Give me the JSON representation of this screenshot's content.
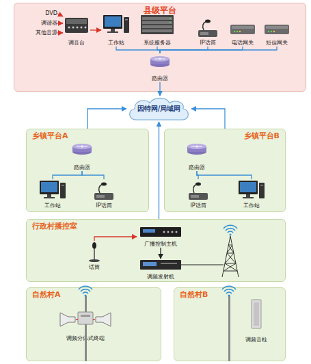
{
  "diagram": {
    "nodes": [
      {
        "text": [
          "县级平台"
        ]
      },
      {
        "text": [
          "DVD"
        ],
        "in": 0
      },
      {
        "text": [
          "调谐器"
        ],
        "in": 0
      },
      {
        "text": [
          "其他音源"
        ],
        "in": 0
      },
      {
        "text": [
          "调音台"
        ],
        "in": 0
      },
      {
        "text": [
          "工作站"
        ],
        "in": 0
      },
      {
        "text": [
          "系统服务器"
        ],
        "in": 0
      },
      {
        "text": [
          "IP话筒"
        ],
        "in": 0
      },
      {
        "text": [
          "电话网关"
        ],
        "in": 0
      },
      {
        "text": [
          "短信网关"
        ],
        "in": 0
      },
      {
        "text": [
          "路由器"
        ],
        "in": 0
      },
      {
        "text": [
          "因特网/局域网"
        ]
      },
      {
        "text": [
          "乡镇平台A"
        ]
      },
      {
        "text": [
          "路由器"
        ],
        "in": 12
      },
      {
        "text": [
          "工作站"
        ],
        "in": 12
      },
      {
        "text": [
          "IP话筒"
        ],
        "in": 12
      },
      {
        "text": [
          "乡镇平台B"
        ]
      },
      {
        "text": [
          "路由器"
        ],
        "in": 16
      },
      {
        "text": [
          "IP话筒"
        ],
        "in": 16
      },
      {
        "text": [
          "工作站"
        ],
        "in": 16
      },
      {
        "text": [
          "行政村播控室"
        ]
      },
      {
        "text": [
          "广播控制主机"
        ],
        "in": 20
      },
      {
        "text": [
          "话筒"
        ],
        "in": 20
      },
      {
        "text": [
          "调频发射机"
        ],
        "in": 20
      },
      {
        "text": [
          "自然村A"
        ]
      },
      {
        "text": [
          "调频分体式终端"
        ],
        "in": 24
      },
      {
        "text": [
          "自然村B"
        ]
      },
      {
        "text": [
          "调频音柱"
        ],
        "in": 26
      }
    ],
    "edges": [
      {
        "from": 1,
        "to": 4,
        "arrow": "to"
      },
      {
        "from": 2,
        "to": 4,
        "arrow": "to"
      },
      {
        "from": 3,
        "to": 4,
        "arrow": "to"
      },
      {
        "from": 4,
        "to": 5,
        "arrow": "to"
      },
      {
        "from": 5,
        "to": 10,
        "arrow": "none"
      },
      {
        "from": 6,
        "to": 10,
        "arrow": "none"
      },
      {
        "from": 7,
        "to": 10,
        "arrow": "none"
      },
      {
        "from": 8,
        "to": 10,
        "arrow": "none"
      },
      {
        "from": 9,
        "to": 10,
        "arrow": "none"
      },
      {
        "from": 10,
        "to": 11,
        "arrow": "to"
      },
      {
        "from": 12,
        "to": 11,
        "arrow": "to"
      },
      {
        "from": 16,
        "to": 11,
        "arrow": "to"
      },
      {
        "from": 20,
        "to": 11,
        "arrow": "to"
      },
      {
        "from": 13,
        "to": 14,
        "arrow": "none"
      },
      {
        "from": 13,
        "to": 15,
        "arrow": "none"
      },
      {
        "from": 17,
        "to": 18,
        "arrow": "none"
      },
      {
        "from": 17,
        "to": 19,
        "arrow": "none"
      },
      {
        "from": 22,
        "to": 21,
        "arrow": "to"
      },
      {
        "from": 21,
        "to": 23,
        "arrow": "to"
      }
    ]
  }
}
